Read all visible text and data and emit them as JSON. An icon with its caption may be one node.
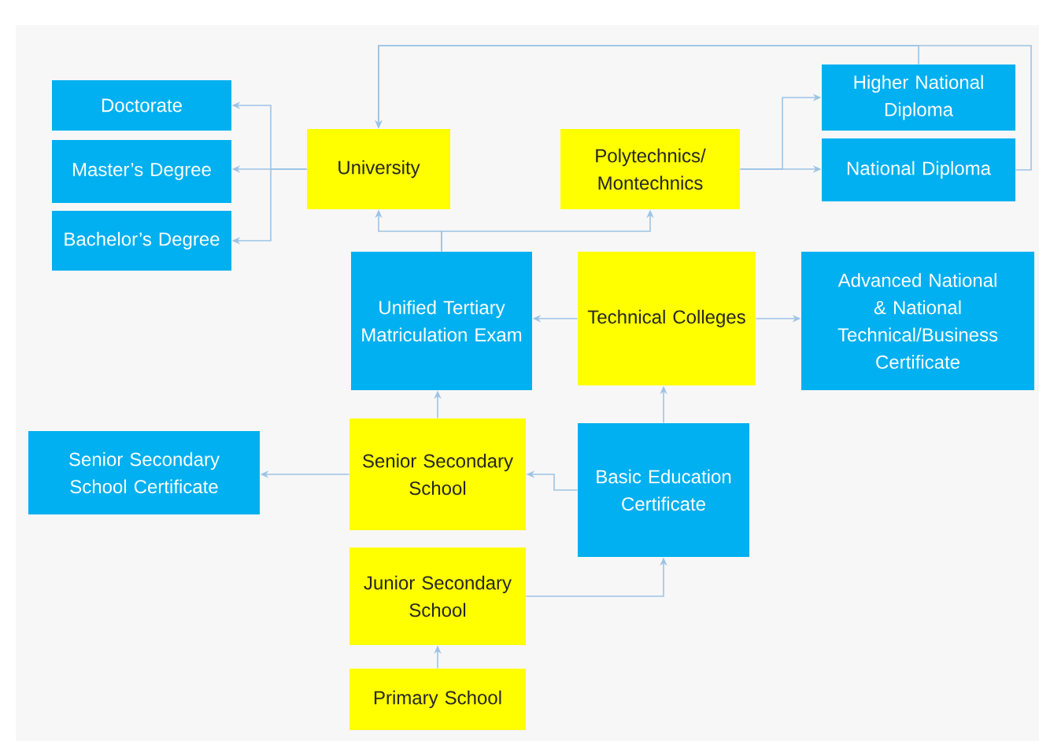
{
  "diagram": {
    "nodes": [
      {
        "text": [
          "Doctorate"
        ]
      },
      {
        "text": [
          "Master’s Degree"
        ]
      },
      {
        "text": [
          "Bachelor’s Degree"
        ]
      },
      {
        "text": [
          "University"
        ]
      },
      {
        "text": [
          "Polytechnics/ Montechnics"
        ]
      },
      {
        "text": [
          "Higher National Diploma"
        ]
      },
      {
        "text": [
          "National Diploma"
        ]
      },
      {
        "text": [
          "Unified Tertiary Matriculation Exam"
        ]
      },
      {
        "text": [
          "Technical Colleges"
        ]
      },
      {
        "text": [
          "Advanced National & National Technical/Business Certificate"
        ]
      },
      {
        "text": [
          "Senior Secondary School Certificate"
        ]
      },
      {
        "text": [
          "Senior Secondary School"
        ]
      },
      {
        "text": [
          "Basic Education Certificate"
        ]
      },
      {
        "text": [
          "Junior Secondary School"
        ]
      },
      {
        "text": [
          "Primary School"
        ]
      }
    ],
    "edges": [
      {
        "from": 3,
        "to": 0,
        "arrow": "to"
      },
      {
        "from": 3,
        "to": 1,
        "arrow": "to"
      },
      {
        "from": 3,
        "to": 2,
        "arrow": "to"
      },
      {
        "from": 6,
        "to": 3,
        "arrow": "to"
      },
      {
        "from": 5,
        "to": 3,
        "arrow": "to"
      },
      {
        "from": 4,
        "to": 5,
        "arrow": "to"
      },
      {
        "from": 4,
        "to": 6,
        "arrow": "to"
      },
      {
        "from": 7,
        "to": 3,
        "arrow": "to"
      },
      {
        "from": 7,
        "to": 4,
        "arrow": "to"
      },
      {
        "from": 8,
        "to": 7,
        "arrow": "to"
      },
      {
        "from": 8,
        "to": 9,
        "arrow": "to"
      },
      {
        "from": 11,
        "to": 7,
        "arrow": "to"
      },
      {
        "from": 11,
        "to": 10,
        "arrow": "to"
      },
      {
        "from": 12,
        "to": 11,
        "arrow": "to"
      },
      {
        "from": 12,
        "to": 8,
        "arrow": "to"
      },
      {
        "from": 13,
        "to": 12,
        "arrow": "to"
      },
      {
        "from": 14,
        "to": 13,
        "arrow": "to"
      }
    ]
  }
}
